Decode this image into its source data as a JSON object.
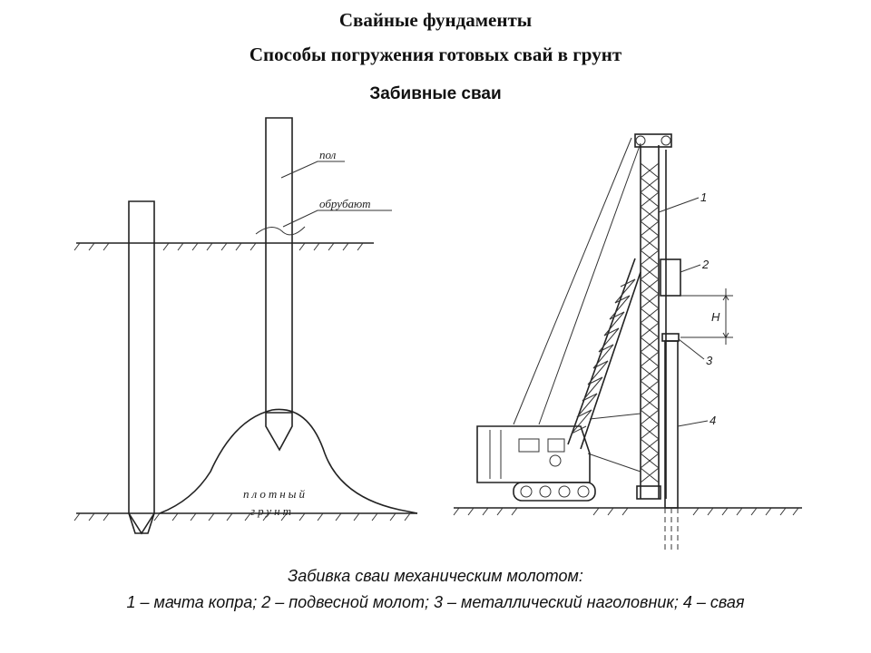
{
  "header": {
    "title": "Свайные фундаменты",
    "subtitle": "Способы погружения готовых свай в грунт",
    "section": "Забивные сваи"
  },
  "left_diagram": {
    "label_top": "пол",
    "label_cut": "обрубают",
    "soil_line1": "плотный",
    "soil_line2": "грунт"
  },
  "right_diagram": {
    "callouts": [
      "1",
      "2",
      "3",
      "4"
    ],
    "height_label": "H"
  },
  "caption": {
    "line1": "Забивка сваи механическим молотом:",
    "line2": "1 – мачта копра; 2 – подвесной молот; 3 – металлический наголовник; 4 – свая"
  }
}
